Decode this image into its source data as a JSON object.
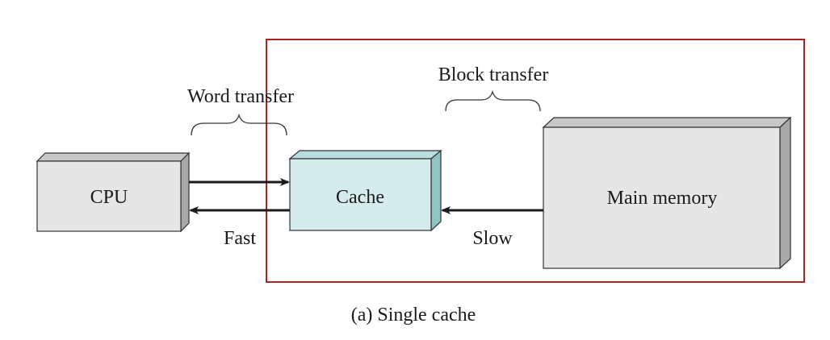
{
  "diagram": {
    "nodes": {
      "cpu": {
        "label": "CPU"
      },
      "cache": {
        "label": "Cache"
      },
      "main_memory": {
        "label": "Main memory"
      }
    },
    "labels": {
      "word_transfer": "Word transfer",
      "block_transfer": "Block transfer",
      "fast": "Fast",
      "slow": "Slow"
    },
    "caption": "(a) Single cache",
    "colors": {
      "box_fill": "#e6e6e6",
      "cache_fill": "#d6ecec",
      "highlight_frame": "#b0201c",
      "arrow": "#1a1a1a"
    }
  }
}
